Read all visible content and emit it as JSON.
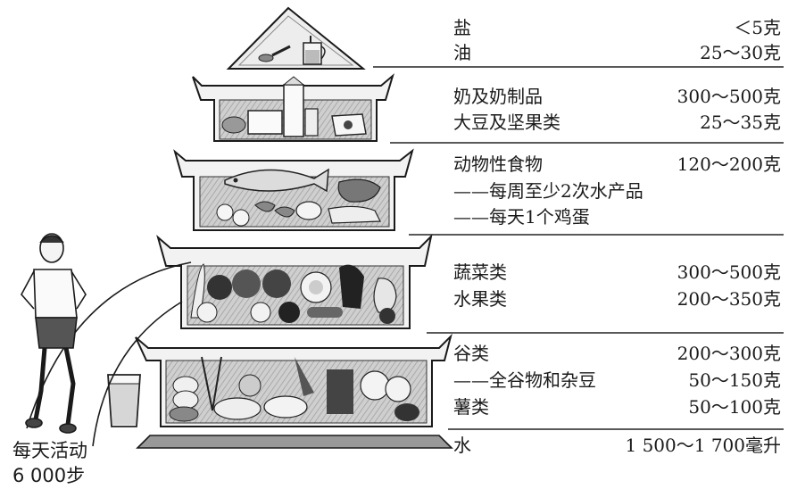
{
  "levels": [
    {
      "rows": [
        {
          "name": "盐",
          "amount": "＜5克"
        },
        {
          "name": "油",
          "amount": "25～30克"
        }
      ]
    },
    {
      "rows": [
        {
          "name": "奶及奶制品",
          "amount": "300～500克"
        },
        {
          "name": "大豆及坚果类",
          "amount": "25～35克"
        }
      ]
    },
    {
      "rows": [
        {
          "name": "动物性食物",
          "amount": "120～200克"
        },
        {
          "name": "——每周至少2次水产品",
          "amount": ""
        },
        {
          "name": "——每天1个鸡蛋",
          "amount": ""
        }
      ]
    },
    {
      "rows": [
        {
          "name": "蔬菜类",
          "amount": "300～500克"
        },
        {
          "name": "水果类",
          "amount": "200～350克"
        }
      ]
    },
    {
      "rows": [
        {
          "name": "谷类",
          "amount": "200～300克"
        },
        {
          "name": "——全谷物和杂豆",
          "amount": "50～150克"
        },
        {
          "name": "薯类",
          "amount": "50～100克"
        }
      ]
    },
    {
      "rows": [
        {
          "name": "水",
          "amount": "1 500～1 700毫升"
        }
      ]
    }
  ],
  "activity": {
    "line1": "每天活动",
    "line2": "6 000步"
  },
  "icons": {
    "salt": "salt-spoon-icon",
    "oil": "oil-pot-icon",
    "dairy": "dairy-products-icon",
    "animal": "fish-meat-egg-icon",
    "vegetables": "vegetables-fruits-icon",
    "grains": "grains-tubers-icon",
    "water": "water-glass-icon",
    "runner": "runner-icon"
  }
}
